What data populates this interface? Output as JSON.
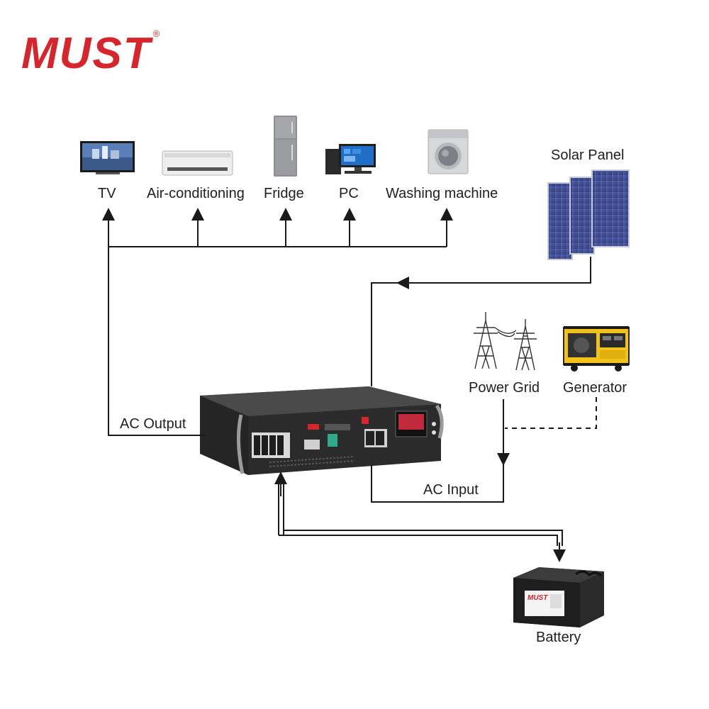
{
  "brand": {
    "logo_text": "MUST",
    "registered_mark": "®",
    "color": "#d7262b"
  },
  "appliances": [
    {
      "label": "TV",
      "icon": "tv-icon"
    },
    {
      "label": "Air-conditioning",
      "icon": "air-conditioner-icon"
    },
    {
      "label": "Fridge",
      "icon": "fridge-icon"
    },
    {
      "label": "PC",
      "icon": "pc-icon"
    },
    {
      "label": "Washing machine",
      "icon": "washing-machine-icon"
    }
  ],
  "sources": {
    "solar": "Solar Panel",
    "grid": "Power Grid",
    "generator": "Generator"
  },
  "connections": {
    "ac_output": "AC Output",
    "ac_input": "AC Input"
  },
  "storage": {
    "battery": "Battery",
    "battery_brand": "MUST"
  },
  "colors": {
    "line": "#1a1a1a",
    "panel_blue": "#3c4a8c",
    "device_dark": "#2b2b2b",
    "generator_yellow": "#f2c21b"
  }
}
